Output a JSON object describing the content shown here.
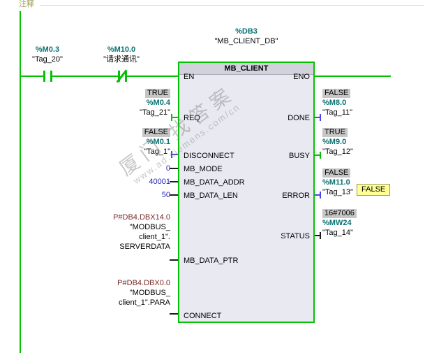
{
  "comment": "注释",
  "watermark": {
    "brand": "厦门 找答案",
    "site": "www.ad.siemens.com/cn"
  },
  "contacts": [
    {
      "address": "%M0.3",
      "tag": "\"Tag_20\"",
      "type": "normally-open"
    },
    {
      "address": "%M10.0",
      "tag": "\"请求通讯\"",
      "type": "normally-closed"
    }
  ],
  "block": {
    "db_address": "%DB3",
    "db_name": "\"MB_CLIENT_DB\"",
    "title": "MB_CLIENT",
    "pins": {
      "en": "EN",
      "eno": "ENO",
      "req": "REQ",
      "disconnect": "DISCONNECT",
      "mb_mode": "MB_MODE",
      "mb_data_addr": "MB_DATA_ADDR",
      "mb_data_len": "MB_DATA_LEN",
      "mb_data_ptr": "MB_DATA_PTR",
      "connect": "CONNECT",
      "done": "DONE",
      "busy": "BUSY",
      "error": "ERROR",
      "status": "STATUS"
    }
  },
  "inputs": {
    "req": {
      "value": "TRUE",
      "address": "%M0.4",
      "tag": "\"Tag_21\""
    },
    "disconnect": {
      "value": "FALSE",
      "address": "%M0.1",
      "tag": "\"Tag_1\""
    },
    "mb_mode": {
      "value": "0"
    },
    "mb_data_addr": {
      "value": "40001"
    },
    "mb_data_len": {
      "value": "50"
    },
    "mb_data_ptr": {
      "pointer": "P#DB4.DBX14.0",
      "line1": "\"MODBUS_",
      "line2": "client_1\".",
      "line3": "SERVERDATA"
    },
    "connect": {
      "pointer": "P#DB4.DBX0.0",
      "line1": "\"MODBUS_",
      "line2": "client_1\".PARA"
    }
  },
  "outputs": {
    "done": {
      "value": "FALSE",
      "address": "%M8.0",
      "tag": "\"Tag_11\""
    },
    "busy": {
      "value": "TRUE",
      "address": "%M9.0",
      "tag": "\"Tag_12\""
    },
    "error": {
      "value": "FALSE",
      "address": "%M11.0",
      "tag": "\"Tag_13\"",
      "tooltip": "FALSE"
    },
    "status": {
      "value": "16#7006",
      "address": "%MW24",
      "tag": "\"Tag_14\""
    }
  },
  "colors": {
    "power_green": "#05C105",
    "address_teal": "#087171",
    "constant_blue": "#2222BB",
    "pointer_maroon": "#7A2A2A",
    "false_wire_blue": "#4646E6",
    "monitor_box_gray": "#C6C6C6",
    "tooltip_yellow": "#FFFF96",
    "block_fill": "#E9E9F2"
  }
}
